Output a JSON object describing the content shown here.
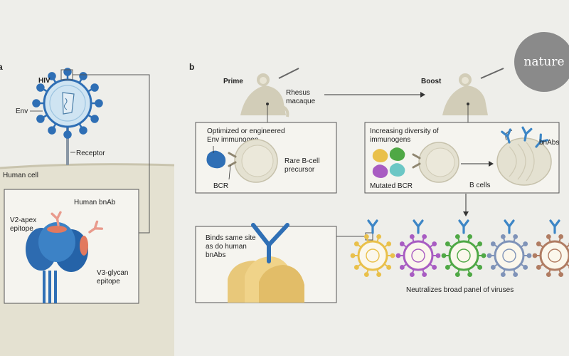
{
  "panel_a": {
    "letter": "a",
    "virus_label": "HIV",
    "env_label": "Env",
    "receptor_label": "Receptor",
    "cell_label": "Human cell",
    "bnab_label": "Human bnAb",
    "v2_label": [
      "V2-apex",
      "epitope"
    ],
    "v3_label": [
      "V3-glycan",
      "epitope"
    ]
  },
  "panel_b": {
    "letter": "b",
    "prime_label": "Prime",
    "boost_label": "Boost",
    "macaque_label": [
      "Rhesus",
      "macaque"
    ],
    "prime_box": {
      "title": [
        "Optimized or engineered",
        "Env immunogen"
      ],
      "precursor_label": [
        "Rare B-cell",
        "precursor"
      ],
      "bcr_label": "BCR"
    },
    "boost_box": {
      "title": [
        "Increasing diversity of",
        "immunogens"
      ],
      "bnabs_label": "bnAbs",
      "mutated_bcr_label": "Mutated BCR",
      "bcells_label": "B cells"
    },
    "binding_box": {
      "text": [
        "Binds same site",
        "as do human",
        "bnAbs"
      ]
    },
    "neutralizes_label": "Neutralizes broad panel of viruses"
  },
  "logo": {
    "text": "nature"
  },
  "colors": {
    "background": "#eeeeea",
    "env_blue": "#2f6fb5",
    "virus_fill": "#cfe4f2",
    "epitope_red": "#e2795f",
    "antibody_red": "#e99a8c",
    "box_border": "#555555",
    "logo_grey": "#8a8a8a"
  },
  "virus_panel_colors": [
    "#e9c04a",
    "#a85cc2",
    "#4fa845",
    "#7f93b8",
    "#b07c62"
  ]
}
